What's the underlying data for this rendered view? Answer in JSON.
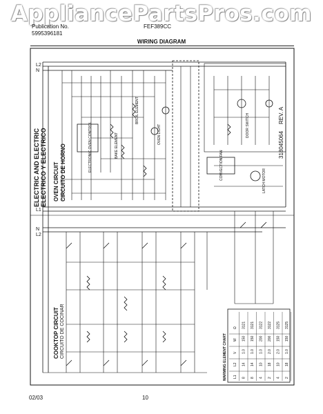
{
  "watermark": "AppliancePartsPros.com",
  "header": {
    "publication_label": "Publication No.",
    "publication_no": "5995396181",
    "model": "FEF389CC",
    "title": "WIRING DIAGRAM"
  },
  "diagram": {
    "section_electric": "ELECTRIC AND ELECTRIC",
    "section_electrico": "ELECTRICO Y ELECTRICO",
    "oven_circuit": "OVEN CIRCUIT",
    "oven_circuit_es": "CIRCUITO DE HORNO",
    "cooktop_circuit": "COOKTOP CIRCUIT",
    "cooktop_circuit_es": "CIRCUITO DE COCINAR",
    "line_l2": "L2",
    "line_n": "N",
    "line_l1": "L1",
    "part_number": "318045064",
    "revision": "REV. A",
    "clock_control": "ELECTRONIC OVEN CONTROL",
    "bake_element": "BAKE ELEMENT",
    "broil_element": "BROIL ELEMENT",
    "oven_lamp": "OVEN LIGHT",
    "door_switch": "DOOR SWITCH",
    "latch_motor": "LATCH MOTOR",
    "convection": "CONVECTION FAN"
  },
  "table": {
    "title": "WARMING ELEMENT CHART",
    "headers": [
      "L1",
      "L2",
      "V",
      "W",
      "Ω"
    ],
    "rows": [
      [
        "8",
        "14",
        "1.0",
        "150",
        "3121"
      ],
      [
        "8",
        "14",
        "1.0",
        "150",
        "3121"
      ],
      [
        "4",
        "10",
        "1.0",
        "200",
        "3122"
      ],
      [
        "2",
        "18",
        "2.0",
        "200",
        "3122"
      ],
      [
        "4",
        "10",
        "2.0",
        "150",
        "3125"
      ],
      [
        "2",
        "18",
        "1.0",
        "150",
        "3125"
      ]
    ]
  },
  "footer": {
    "date": "02/03",
    "page": "10"
  }
}
